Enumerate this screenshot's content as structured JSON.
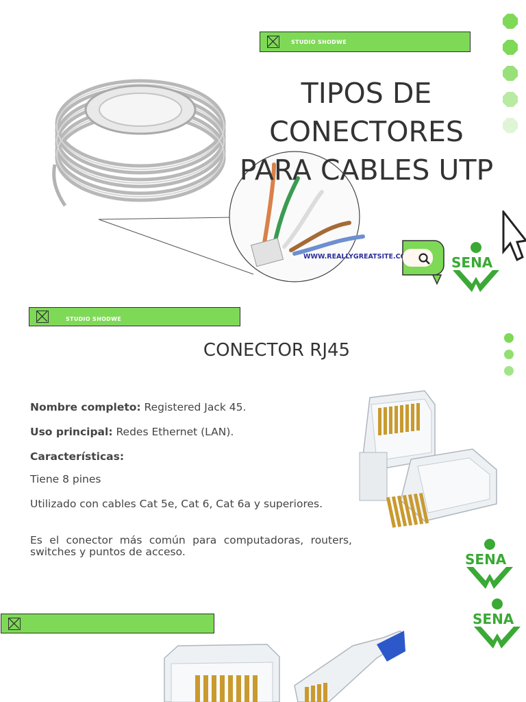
{
  "slide1": {
    "brand_label": "STUDIO SHODWE",
    "title_lines": [
      "TIPOS DE",
      "CONECTORES",
      "PARA CABLES UTP"
    ],
    "url": "WWW.REALLYGREATSITE.COM",
    "logo_text": "SENA"
  },
  "slide2": {
    "brand_label": "STUDIO SHODWE",
    "heading": "CONECTOR RJ45",
    "fields": [
      {
        "label": "Nombre completo:",
        "value": "Registered Jack 45."
      },
      {
        "label": "Uso principal:",
        "value": "Redes Ethernet (LAN)."
      },
      {
        "label": "Características:",
        "value": ""
      }
    ],
    "bullets": [
      "Tiene 8 pines",
      "Utilizado con cables Cat 5e, Cat 6, Cat 6a y superiores.",
      "Es el conector más común para computadoras, routers, switches y puntos de acceso."
    ],
    "logo_text": "SENA"
  },
  "slide3": {
    "logo_text": "SENA"
  },
  "colors": {
    "accent": "#7ed957",
    "logo_green": "#3aa935",
    "url_blue": "#2b2e9a"
  }
}
